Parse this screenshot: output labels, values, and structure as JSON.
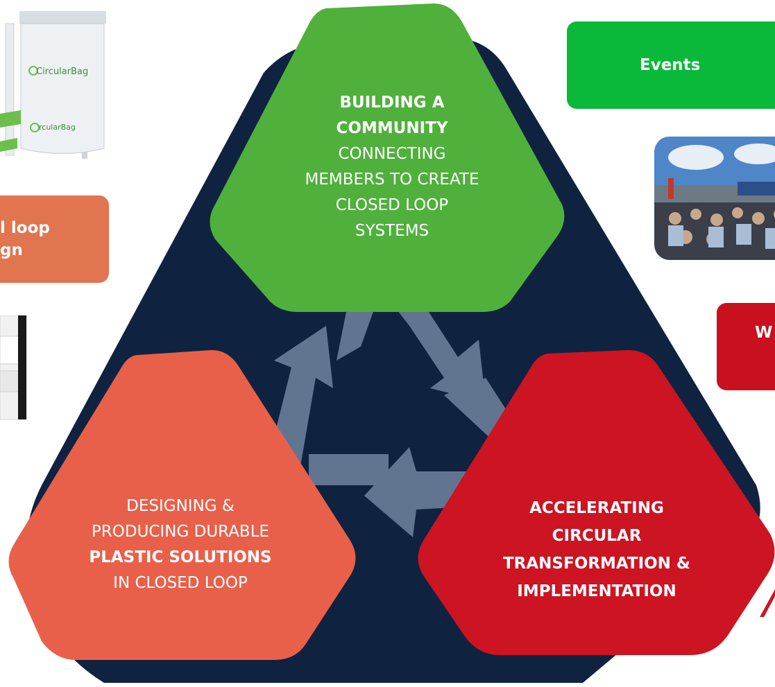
{
  "colors": {
    "background_triangle": "#0f2340",
    "green": "#50b03c",
    "orange": "#e9604a",
    "red": "#cc1422",
    "events_green": "#0ab83a",
    "side_orange": "#e07550",
    "side_red": "#c8101e",
    "recycle_arrows": "#627590"
  },
  "top_hexagon": {
    "line1": "BUILDING A",
    "line2": "COMMUNITY",
    "line3": "CONNECTING",
    "line4": "MEMBERS TO CREATE",
    "line5": "CLOSED LOOP",
    "line6": "SYSTEMS"
  },
  "left_hexagon": {
    "line1": "DESIGNING &",
    "line2": "PRODUCING DURABLE",
    "line3": "PLASTIC SOLUTIONS",
    "line4": "IN CLOSED LOOP"
  },
  "right_hexagon": {
    "line1": "ACCELERATING",
    "line2": "CIRCULAR",
    "line3": "TRANSFORMATION &",
    "line4": "IMPLEMENTATION"
  },
  "side_boxes": {
    "events": "Events",
    "left_partial_line1": "l loop",
    "left_partial_line2": "gn",
    "right_partial": "W"
  },
  "images": {
    "circular_bag_label": "CircularBag",
    "circular_bag_label_2": "rcularBag"
  }
}
